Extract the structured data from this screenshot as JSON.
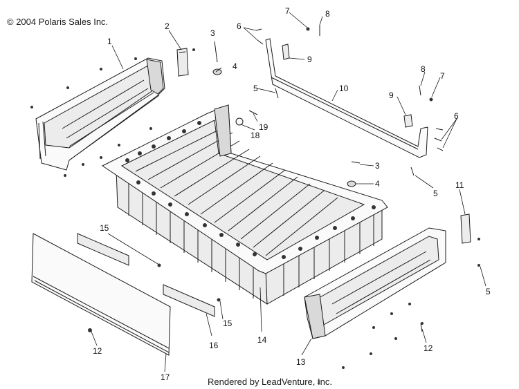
{
  "header": {
    "copyright": "© 2004 Polaris Sales Inc."
  },
  "footer": {
    "rendered_by": "Rendered by LeadVenture, Inc.",
    "mark": "з"
  },
  "callouts": {
    "c1": "1",
    "c2": "2",
    "c3a": "3",
    "c3b": "3",
    "c4a": "4",
    "c4b": "4",
    "c5a": "5",
    "c5b": "5",
    "c5c": "5",
    "c6a": "6",
    "c6b": "6",
    "c7a": "7",
    "c7b": "7",
    "c8a": "8",
    "c8b": "8",
    "c9a": "9",
    "c9b": "9",
    "c10": "10",
    "c11": "11",
    "c12a": "12",
    "c12b": "12",
    "c13": "13",
    "c14": "14",
    "c15a": "15",
    "c15b": "15",
    "c16": "16",
    "c17": "17",
    "c18": "18",
    "c19": "19"
  }
}
